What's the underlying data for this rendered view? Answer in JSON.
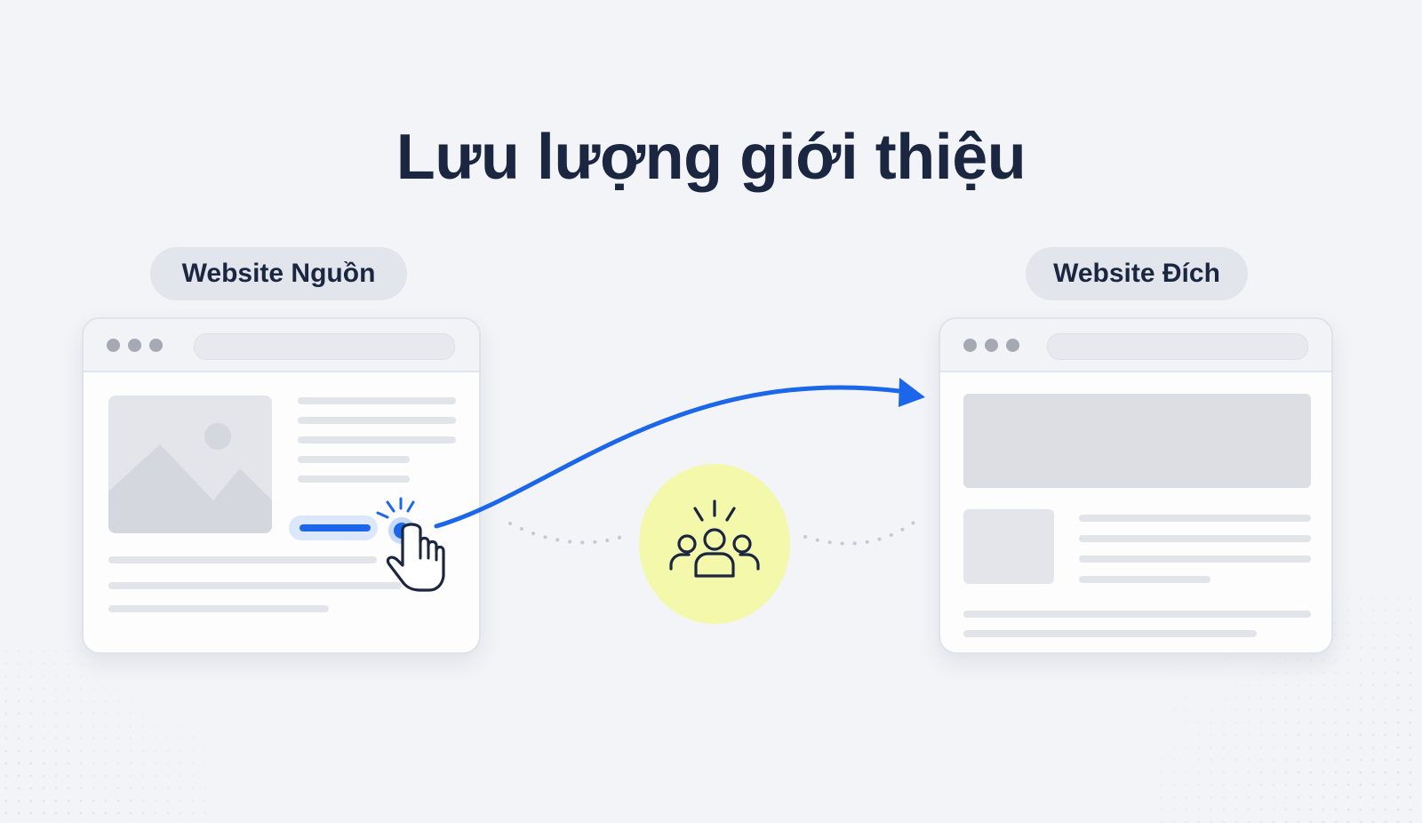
{
  "title": "Lưu lượng giới thiệu",
  "source": {
    "label": "Website Nguồn"
  },
  "destination": {
    "label": "Website Đích"
  },
  "colors": {
    "accent": "#1c66ea",
    "title": "#1b2640",
    "audience_bg": "#f4f8aa",
    "background": "#f3f4f8"
  },
  "icons": {
    "click": "hand-pointer-icon",
    "audience": "users-group-icon",
    "arrow": "arrow-right-curved-icon"
  }
}
